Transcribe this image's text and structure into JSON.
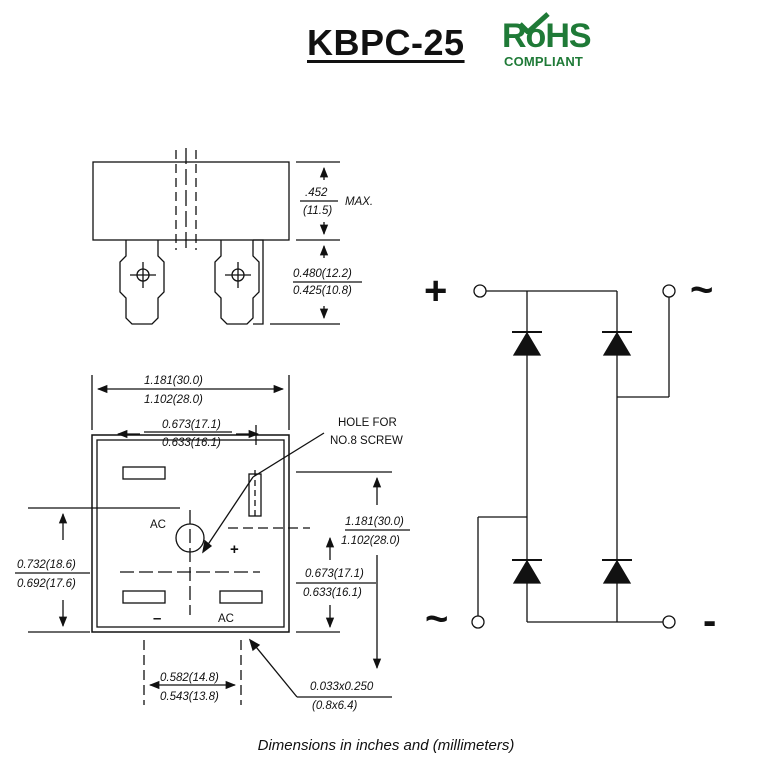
{
  "title": "KBPC-25",
  "rohs": {
    "mark": "RoHS",
    "sub": "COMPLIANT"
  },
  "side_view": {
    "height_top": ".452",
    "height_bottom": "(11.5)",
    "height_note": "MAX.",
    "lead_top": "0.480(12.2)",
    "lead_bottom": "0.425(10.8)"
  },
  "top_view": {
    "width_top": "1.181(30.0)",
    "width_bottom": "1.102(28.0)",
    "inner_top": "0.673(17.1)",
    "inner_bottom": "0.633(16.1)",
    "hole_line1": "HOLE FOR",
    "hole_line2": "NO.8 SCREW",
    "height_right_top": "1.181(30.0)",
    "height_right_bottom": "1.102(28.0)",
    "pin_right_top": "0.673(17.1)",
    "pin_right_bottom": "0.633(16.1)",
    "left_top": "0.732(18.6)",
    "left_bottom": "0.692(17.6)",
    "bottom_top": "0.582(14.8)",
    "bottom_bottom": "0.543(13.8)",
    "lead_top": "0.033x0.250",
    "lead_bottom": "(0.8x6.4)",
    "ac1": "AC",
    "ac2": "AC",
    "plus": "+",
    "minus": "–"
  },
  "schematic": {
    "plus": "+",
    "minus": "-",
    "ac_left": "~",
    "ac_right": "~"
  },
  "caption": "Dimensions in inches and (millimeters)",
  "colors": {
    "rohs": "#1f7a37",
    "ink": "#111111"
  }
}
